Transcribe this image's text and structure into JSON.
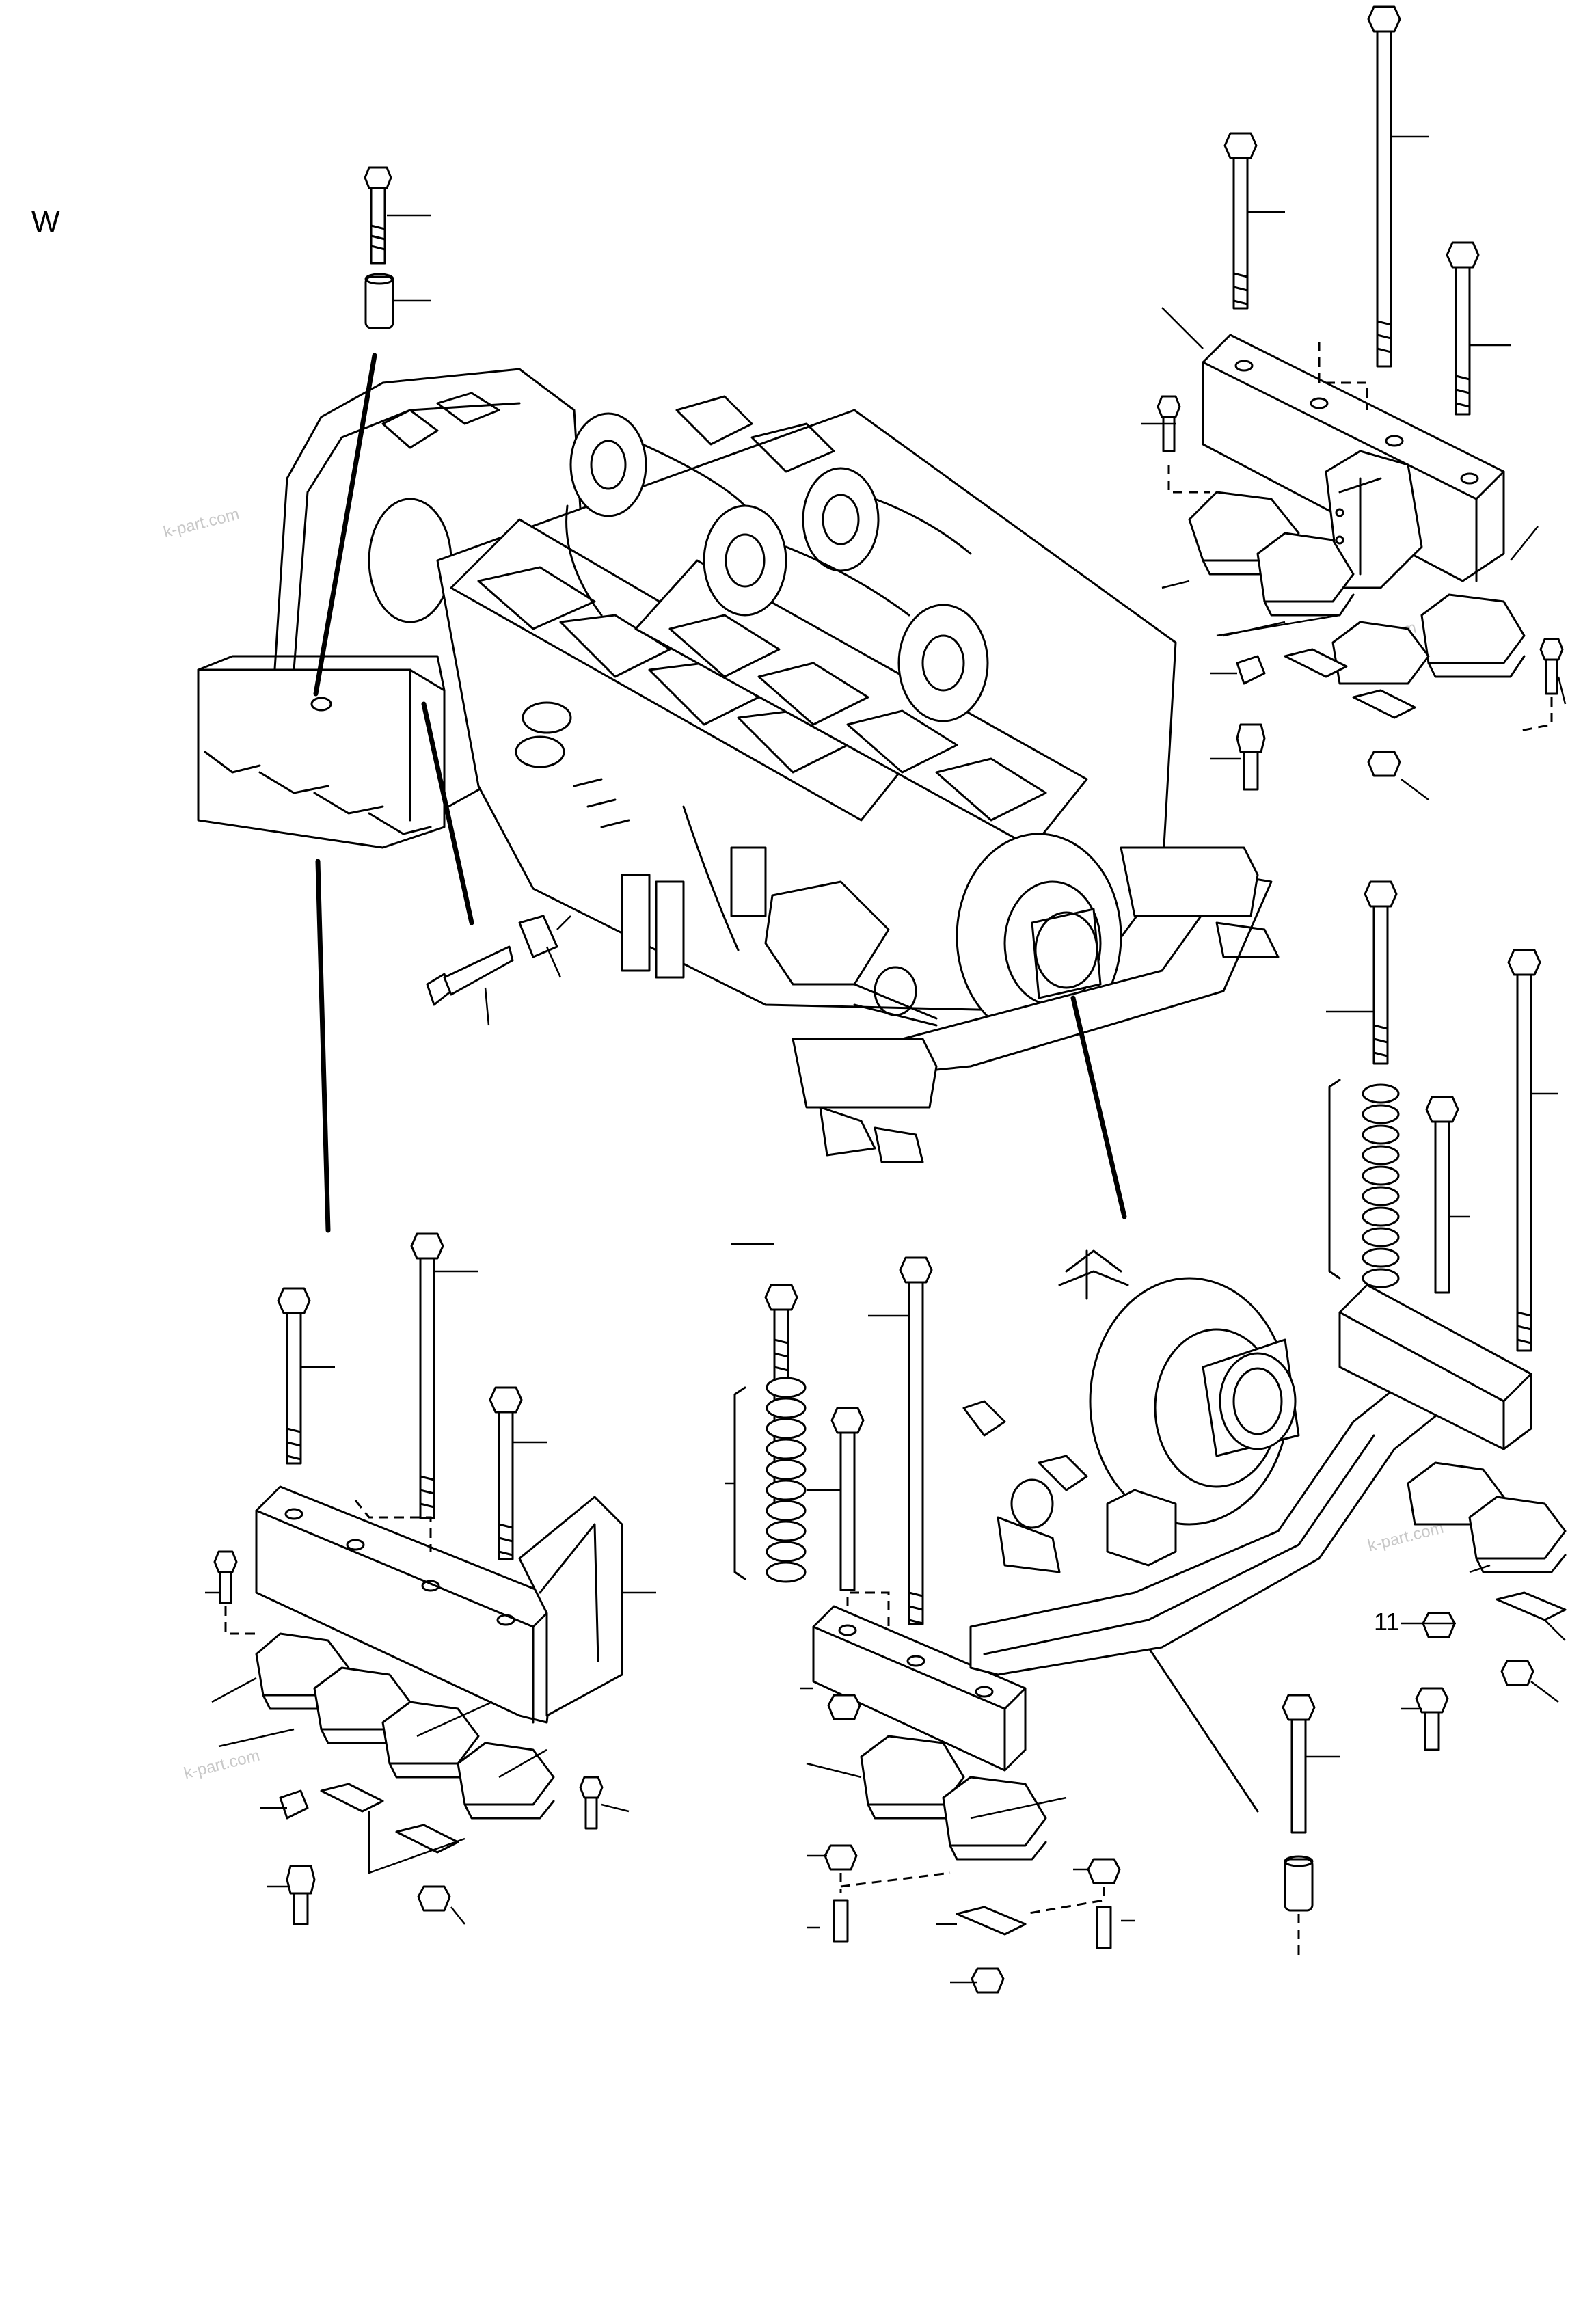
{
  "diagram": {
    "corner_label": "W",
    "callout_numbers": [
      "11"
    ],
    "watermarks": [
      "k-part.com",
      "k-part.com",
      "k-part.com",
      "k-part.com"
    ]
  }
}
